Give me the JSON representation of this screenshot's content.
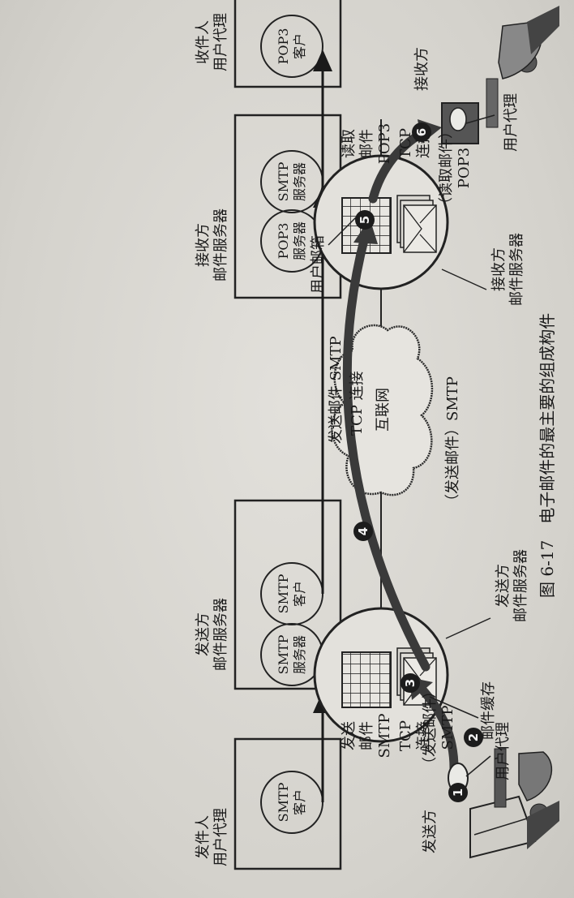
{
  "top": {
    "sender_ua_title": "发件人\n用户代理",
    "smtp_client_1": "SMTP\n客户",
    "send_mail_smtp": "发送\n邮件\nSMTP",
    "tcp_conn_1": "TCP\n连接",
    "sender_server_title": "发送方\n邮件服务器",
    "smtp_server_1": "SMTP\n服务器",
    "smtp_client_2": "SMTP\n客户",
    "send_mail_smtp_long": "发送邮件 SMTP",
    "tcp_conn_long": "TCP 连接",
    "receiver_server_title": "接收方\n邮件服务器",
    "pop3_server": "POP3\n服务器",
    "smtp_server_2": "SMTP\n服务器",
    "read_mail_pop3": "读取\n邮件\nPOP3",
    "tcp_conn_2": "TCP\n连接",
    "receiver_ua_title": "收件人\n用户代理",
    "pop3_client": "POP3\n客户"
  },
  "bottom": {
    "sender": "发送方",
    "user_agent_1": "用户代理",
    "step2_label": "（发送邮件）\nSMTP",
    "mail_cache": "邮件缓存",
    "sender_server": "发送方\n邮件服务器",
    "step4_label": "（发送邮件）SMTP",
    "internet": "互联网",
    "mailbox": "用户邮箱",
    "receiver_server": "接收方\n邮件服务器",
    "step6_label": "（读取邮件）\nPOP3",
    "receiver": "接收方",
    "user_agent_2": "用户代理",
    "badges": [
      "1",
      "2",
      "3",
      "4",
      "5",
      "6"
    ]
  },
  "caption": "图 6-17　电子邮件的最主要的组成构件"
}
